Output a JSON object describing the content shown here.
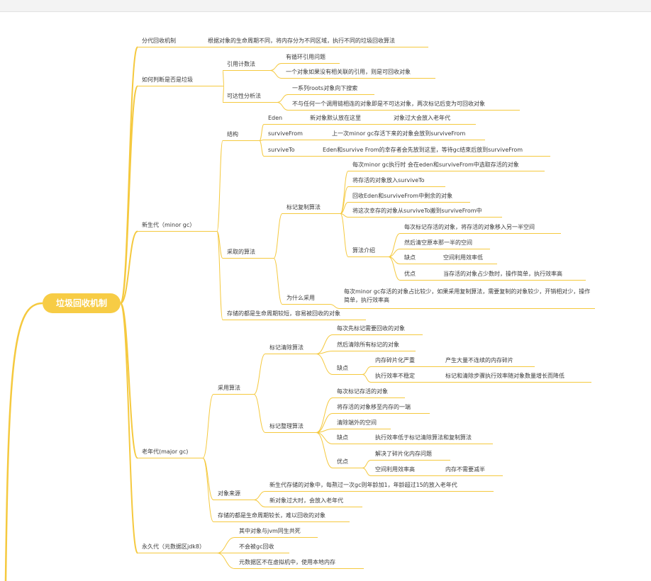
{
  "root": "垃圾回收机制",
  "nodes": [
    {
      "id": "n1",
      "label": "分代回收机制"
    },
    {
      "id": "n1a",
      "label": "根据对象的生命周期不同，将内存分为不同区域，执行不同的垃圾回收算法"
    },
    {
      "id": "n2",
      "label": "如何判断是否是垃圾"
    },
    {
      "id": "n2a",
      "label": "引用计数法"
    },
    {
      "id": "n2a1",
      "label": "有循环引用问题"
    },
    {
      "id": "n2a2",
      "label": "一个对象如果没有相关联的引用，则是可回收对象"
    },
    {
      "id": "n2b",
      "label": "可达性分析法"
    },
    {
      "id": "n2b1",
      "label": "一系列roots对象向下搜索"
    },
    {
      "id": "n2b2",
      "label": "不与任何一个调用链相连的对象即是不可达对象，两次标记后变为可回收对象"
    },
    {
      "id": "n3",
      "label": "新生代（minor gc）"
    },
    {
      "id": "n3a",
      "label": "结构"
    },
    {
      "id": "n3a1",
      "label": "Eden"
    },
    {
      "id": "n3a1a",
      "label": "新对象默认放在这里"
    },
    {
      "id": "n3a1b",
      "label": "对象过大会放入老年代"
    },
    {
      "id": "n3a2",
      "label": "surviveFrom"
    },
    {
      "id": "n3a2a",
      "label": "上一次minor gc存活下来的对象会放到surviveFrom"
    },
    {
      "id": "n3a3",
      "label": "surviveTo"
    },
    {
      "id": "n3a3a",
      "label": "Eden和survive From的幸存者会先放到这里，等待gc结束后放到surviveFrom"
    },
    {
      "id": "n3b",
      "label": "采取的算法"
    },
    {
      "id": "n3b1",
      "label": "标记复制算法"
    },
    {
      "id": "n3b1a",
      "label": "每次minor gc执行时 会在eden和surviveFrom中选取存活的对象"
    },
    {
      "id": "n3b1b",
      "label": "将存活的对象放入surviveTo"
    },
    {
      "id": "n3b1c",
      "label": "回收Eden和surviveFrom中剩余的对象"
    },
    {
      "id": "n3b1d",
      "label": "将这次幸存的对象从surviveTo搬到surviveFrom中"
    },
    {
      "id": "n3b1e",
      "label": "算法介绍"
    },
    {
      "id": "n3b1e1",
      "label": "每次标记存活的对象，将存活的对象移入另一半空间"
    },
    {
      "id": "n3b1e2",
      "label": "然后清空原本那一半的空间"
    },
    {
      "id": "n3b1e3",
      "label": "缺点"
    },
    {
      "id": "n3b1e3a",
      "label": "空间利用效率低"
    },
    {
      "id": "n3b1e4",
      "label": "优点"
    },
    {
      "id": "n3b1e4a",
      "label": "当存活的对象占少数时，操作简单，执行效率高"
    },
    {
      "id": "n3b2",
      "label": "为什么采用"
    },
    {
      "id": "n3b2a",
      "label": "每次minor gc存活的对象占比较少，如果采用复制算法，需要复制的对象较少，开销相对少，操作简单，执行效率高"
    },
    {
      "id": "n3c",
      "label": "存储的都是生命周期较短，容易被回收的对象"
    },
    {
      "id": "n4",
      "label": "老年代(major gc)"
    },
    {
      "id": "n4a",
      "label": "采用算法"
    },
    {
      "id": "n4a1",
      "label": "标记清除算法"
    },
    {
      "id": "n4a1a",
      "label": "每次先标记需要回收的对象"
    },
    {
      "id": "n4a1b",
      "label": "然后清除所有标记的对象"
    },
    {
      "id": "n4a1c",
      "label": "缺点"
    },
    {
      "id": "n4a1c1",
      "label": "内存碎片化严重"
    },
    {
      "id": "n4a1c1a",
      "label": "产生大量不连续的内存碎片"
    },
    {
      "id": "n4a1c2",
      "label": "执行效率不稳定"
    },
    {
      "id": "n4a1c2a",
      "label": "标记和清除步骤执行效率随对象数量增长而降低"
    },
    {
      "id": "n4a2",
      "label": "标记整理算法"
    },
    {
      "id": "n4a2a",
      "label": "每次标记存活的对象"
    },
    {
      "id": "n4a2b",
      "label": "将存活的对象移至内存的一端"
    },
    {
      "id": "n4a2c",
      "label": "清除端外的空间"
    },
    {
      "id": "n4a2d",
      "label": "缺点"
    },
    {
      "id": "n4a2d1",
      "label": "执行效率低于标记清除算法和复制算法"
    },
    {
      "id": "n4a2e",
      "label": "优点"
    },
    {
      "id": "n4a2e1",
      "label": "解决了碎片化内存问题"
    },
    {
      "id": "n4a2e2",
      "label": "空间利用效率高"
    },
    {
      "id": "n4a2e2a",
      "label": "内存不需要减半"
    },
    {
      "id": "n4b",
      "label": "对象来源"
    },
    {
      "id": "n4b1",
      "label": "新生代存储的对象中，每熬过一次gc则年龄加1，年龄超过15的放入老年代"
    },
    {
      "id": "n4b2",
      "label": "新对象过大时，会放入老年代"
    },
    {
      "id": "n4c",
      "label": "存储的都是生命周期较长，难以回收的对象"
    },
    {
      "id": "n5",
      "label": "永久代（元数据区jdk8）"
    },
    {
      "id": "n5a",
      "label": "其中对象与jvm同生共死"
    },
    {
      "id": "n5b",
      "label": "不会被gc回收"
    },
    {
      "id": "n5c",
      "label": "元数据区不在虚拟机中，使用本地内存"
    }
  ],
  "colors": {
    "branch": "#f5c93e",
    "root_bg": "#f7cc45",
    "text": "#3a3a3a"
  }
}
